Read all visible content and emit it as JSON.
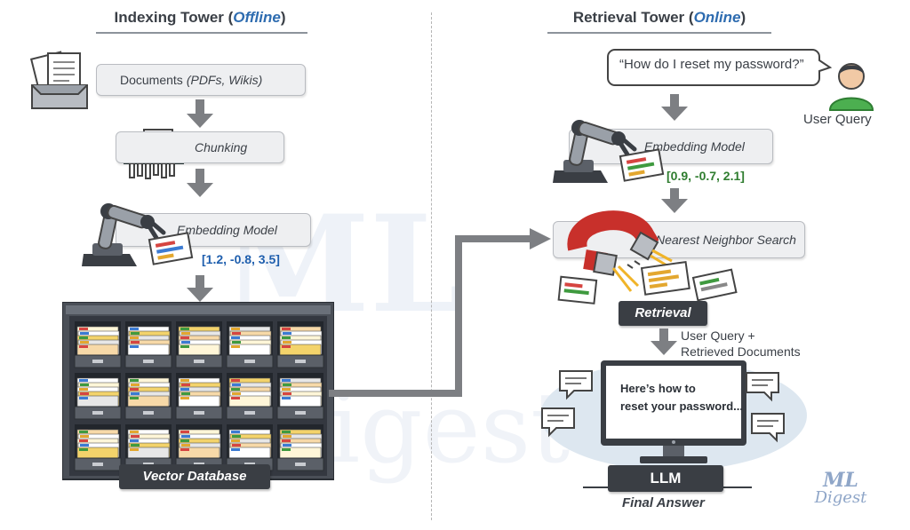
{
  "left": {
    "title_main": "Indexing Tower ",
    "title_paren_open": "(",
    "title_accent": "Offline",
    "title_paren_close": ")",
    "documents_label": "Documents ",
    "documents_detail": "(PDFs, Wikis)",
    "chunking_label": "Chunking",
    "embedding_label": "Embedding Model",
    "embedding_vector": "[1.2, -0.8, 3.5]",
    "database_label": "Vector Database"
  },
  "right": {
    "title_main": "Retrieval Tower ",
    "title_paren_open": "(",
    "title_accent": "Online",
    "title_paren_close": ")",
    "query_text": "“How do I reset my password?”",
    "user_label": "User Query",
    "embedding_label": "Embedding Model",
    "embedding_vector": "[0.9, -0.7, 2.1]",
    "search_label": "Nearest Neighbor Search",
    "retrieval_label": "Retrieval",
    "combine_line1": "User Query +",
    "combine_line2": "Retrieved Documents",
    "screen_line1": "Here’s how to",
    "screen_line2": "reset your password...",
    "llm_label": "LLM",
    "final_label": "Final Answer"
  },
  "watermark": {
    "line1": "ML",
    "line2": "Digest"
  },
  "colors": {
    "accent_blue": "#2e6cb0",
    "vector_blue": "#1f5fae",
    "vector_green": "#2f7d2f",
    "arrow_gray": "#7d7f83",
    "dark_label": "#3a3e44"
  },
  "icons": [
    "documents-tray-icon",
    "shredder-icon",
    "robot-arm-icon",
    "filing-cabinet-icon",
    "user-avatar-icon",
    "magnet-icon",
    "monitor-icon",
    "chat-bubble-icon"
  ]
}
